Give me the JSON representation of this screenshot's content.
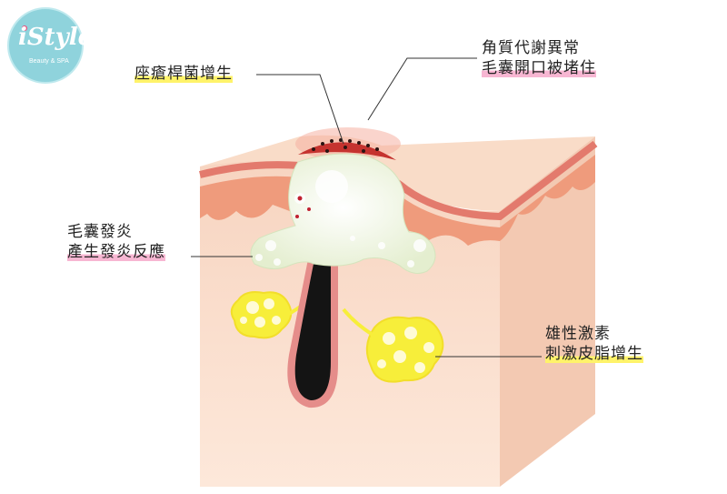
{
  "logo": {
    "main": "iStyle",
    "sub": "Beauty & SPA"
  },
  "labels": {
    "bacteria": "座瘡桿菌增生",
    "keratin_line1": "角質代謝異常",
    "keratin_line2": "毛囊開口被堵住",
    "inflam_line1": "毛囊發炎",
    "inflam_line2": "產生發炎反應",
    "androgen_line1": "雄性激素",
    "androgen_line2": "刺激皮脂增生"
  },
  "colors": {
    "skin_top": "#f9dcc8",
    "skin_front": "#fbe3d3",
    "skin_side": "#f3c9b2",
    "dermis": "#ef9b7c",
    "epidermis_line": "#e37a6d",
    "sebum": "#eef5e0",
    "hair": "#141414",
    "gland": "#f7ee3a",
    "highlight_pink": "#f7b6d2",
    "highlight_yellow": "#fff36a",
    "logo_bg": "#8fd3dc"
  }
}
